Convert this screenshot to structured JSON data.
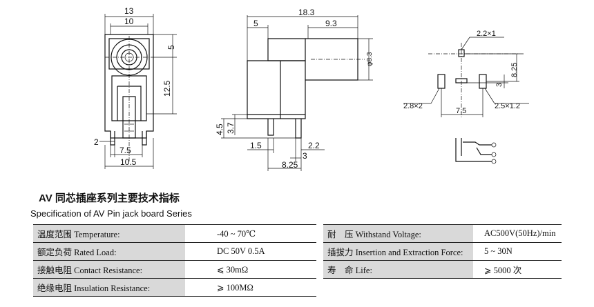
{
  "drawing": {
    "front": {
      "dims": [
        "13",
        "10",
        "5",
        "12.5",
        "2",
        "7.5",
        "10.5"
      ]
    },
    "side": {
      "dims": [
        "18.3",
        "5",
        "9.3",
        "φ8.3",
        "4.5",
        "3.7",
        "1.5",
        "2.2",
        "3",
        "8.25"
      ]
    },
    "pcb": {
      "dims": [
        "2.2×1",
        "8.25",
        "3",
        "2.8×2",
        "7.5",
        "2.5×1.2"
      ]
    }
  },
  "section": {
    "title_cn": "AV 同芯插座系列主要技术指标",
    "title_en": "Specification of AV Pin jack board Series"
  },
  "specs": [
    {
      "label": "温度范围 Temperature:",
      "value": "-40 ~ 70℃",
      "label2": "耐　压 Withstand Voltage:",
      "value2": "AC500V(50Hz)/min"
    },
    {
      "label": "额定负荷 Rated Load:",
      "value": "DC  50V  0.5A",
      "label2": "插拔力 Insertion and Extraction Force:",
      "value2": "5 ~ 30N"
    },
    {
      "label": "接触电阻 Contact Resistance:",
      "value": "⩽ 30mΩ",
      "label2": "寿　命 Life:",
      "value2": "⩾ 5000 次"
    },
    {
      "label": "绝缘电阻 Insulation Resistance:",
      "value": "⩾ 100MΩ",
      "label2": "",
      "value2": ""
    }
  ]
}
